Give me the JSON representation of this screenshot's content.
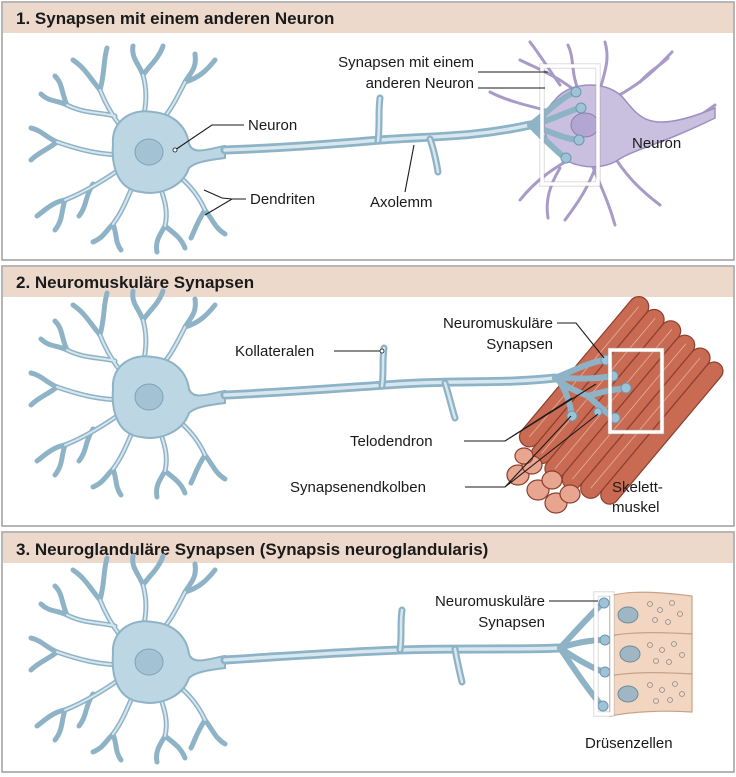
{
  "panels": [
    {
      "title": "1. Synapsen mit einem anderen Neuron",
      "labels": {
        "synapse_line1": "Synapsen mit einem",
        "synapse_line2": "anderen Neuron",
        "neuron": "Neuron",
        "dendrites": "Dendriten",
        "axolemma": "Axolemm",
        "target_neuron": "Neuron"
      }
    },
    {
      "title": "2. Neuromuskuläre Synapsen",
      "labels": {
        "collaterals": "Kollateralen",
        "nmj_line1": "Neuromuskuläre",
        "nmj_line2": "Synapsen",
        "telodendron": "Telodendron",
        "end_bulbs": "Synapsenendkolben",
        "muscle_line1": "Skelett-",
        "muscle_line2": "muskel"
      }
    },
    {
      "title": "3. Neuroglanduläre Synapsen (Synapsis neuroglandularis)",
      "labels": {
        "synapse_line1": "Neuromuskuläre",
        "synapse_line2": "Synapsen",
        "gland_cells": "Drüsenzellen"
      }
    }
  ],
  "colors": {
    "header_background": "#ecd9cc",
    "neuron_blue": "#bcd6e4",
    "target_neuron_purple": "#c9bfdf",
    "muscle_red": "#c96a52",
    "gland_peach": "#f2d6c1"
  }
}
